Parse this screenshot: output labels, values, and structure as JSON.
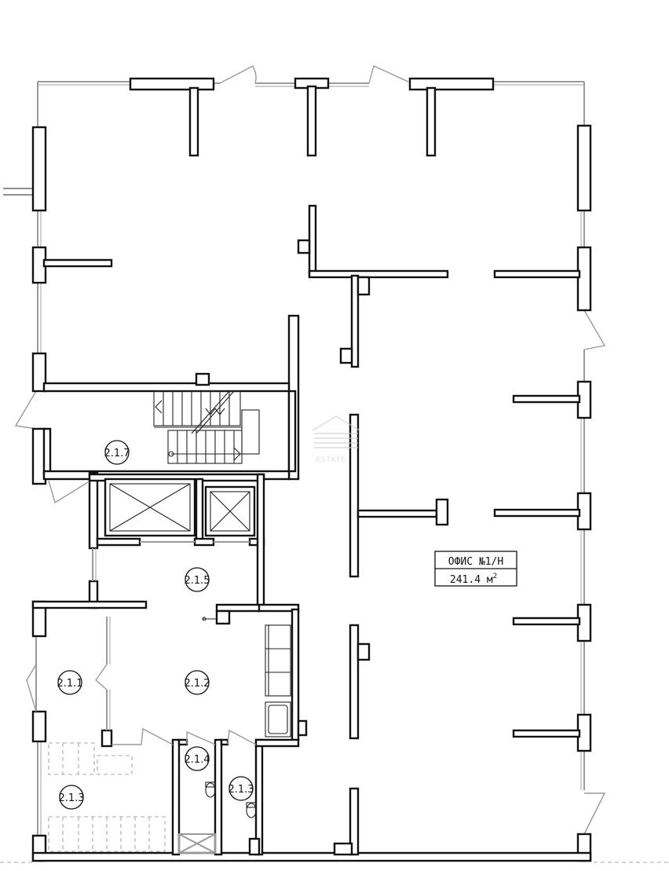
{
  "office": {
    "name": "ОФИС №1/Н",
    "area": "241.4 м",
    "area_sup": "2"
  },
  "rooms": [
    {
      "id": "room-2-1-7",
      "label": "2.1.7"
    },
    {
      "id": "room-2-1-5",
      "label": "2.1.5"
    },
    {
      "id": "room-2-1-1",
      "label": "2.1.1"
    },
    {
      "id": "room-2-1-2",
      "label": "2.1.2"
    },
    {
      "id": "room-2-1-4",
      "label": "2.1.4"
    },
    {
      "id": "room-2-1-3",
      "label": "2.1.3"
    },
    {
      "id": "room-2-1-13",
      "label": "2.1.3"
    }
  ],
  "watermark": "ESTATE",
  "colors": {
    "wall": "#111111",
    "window": "#9a9a9a",
    "background": "#ffffff"
  }
}
